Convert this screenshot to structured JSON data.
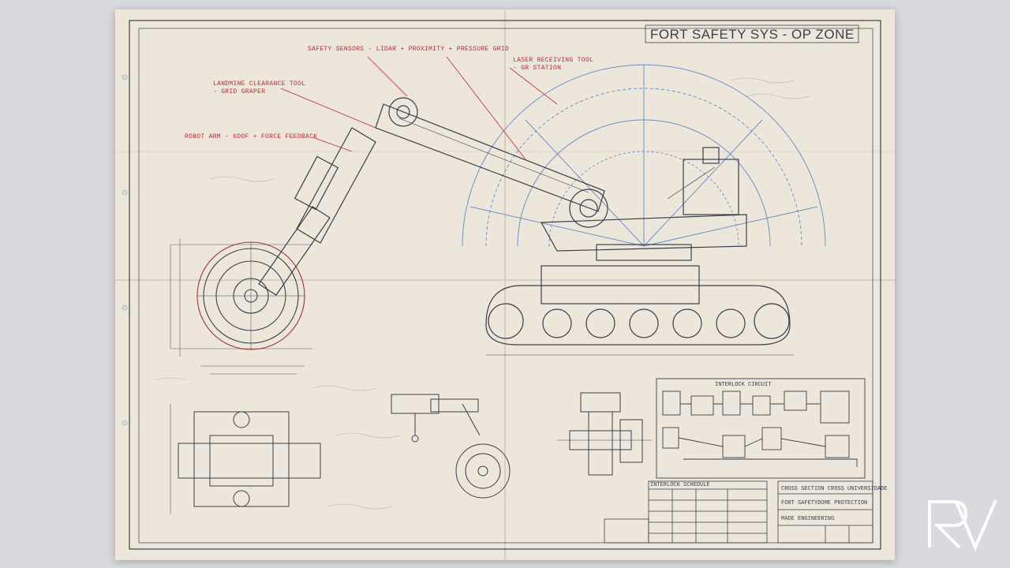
{
  "drawing": {
    "title": "FORT SAFETY SYS - OP ZONE",
    "callouts": {
      "sensors": "SAFETY SENSORS - LIDAR + PROXIMITY + PRESSURE GRID",
      "clearance_line1": "LANDMINE CLEARANCE TOOL",
      "clearance_line2": "- GRID GRAPER",
      "arm": "ROBOT ARM - 6DOF + FORCE FEEDBACK",
      "laser_line1": "LASER RECEIVING TOOL",
      "laser_line2": "- GR STATION"
    },
    "panels": {
      "interlock": "INTERLOCK CIRCUIT",
      "schedule": "INTERLOCK SCHEDULE"
    },
    "title_block": {
      "row1": "CROSS SECTION CROSS UNIVERSIDADE",
      "row2": "FORT SAFETYDOME PROTECTION",
      "row3": "MADE ENGINEERING"
    },
    "colors": {
      "paper": "#ece7da",
      "ink": "#3b3f4a",
      "red_ink": "#c2283a",
      "blue_ink": "#4a73c4"
    }
  },
  "watermark": {
    "logo": "rv-monogram-logo"
  }
}
